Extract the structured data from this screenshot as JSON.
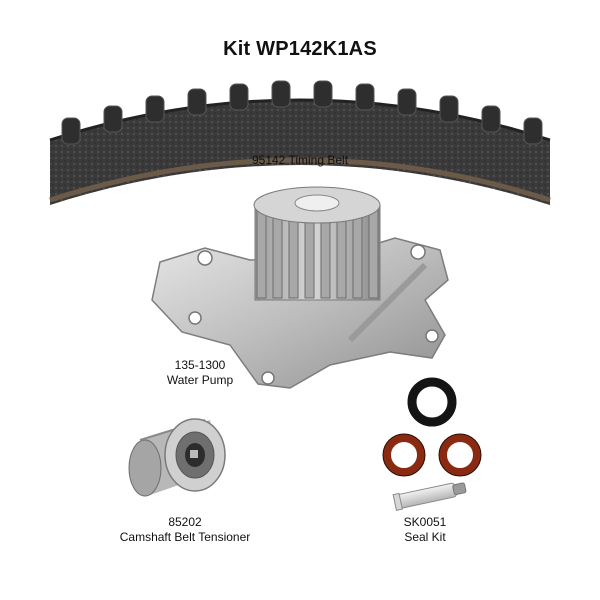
{
  "title": "Kit WP142K1AS",
  "components": {
    "timing_belt": {
      "part": "95142",
      "name": "Timing Belt",
      "label": "95142 Timing Belt",
      "icon": "timing-belt-icon"
    },
    "water_pump": {
      "part": "135-1300",
      "name": "Water Pump",
      "icon": "water-pump-icon"
    },
    "tensioner": {
      "part": "85202",
      "name": "Camshaft Belt Tensioner",
      "icon": "belt-tensioner-icon"
    },
    "seal_kit": {
      "part": "SK0051",
      "name": "Seal Kit",
      "icon": "seal-kit-icon"
    }
  },
  "colors": {
    "belt": "#3b3b3b",
    "belt_edge": "#6b5a48",
    "metal": "#c9c9c9",
    "seal_black": "#141414",
    "seal_brown": "#8a2a12"
  }
}
